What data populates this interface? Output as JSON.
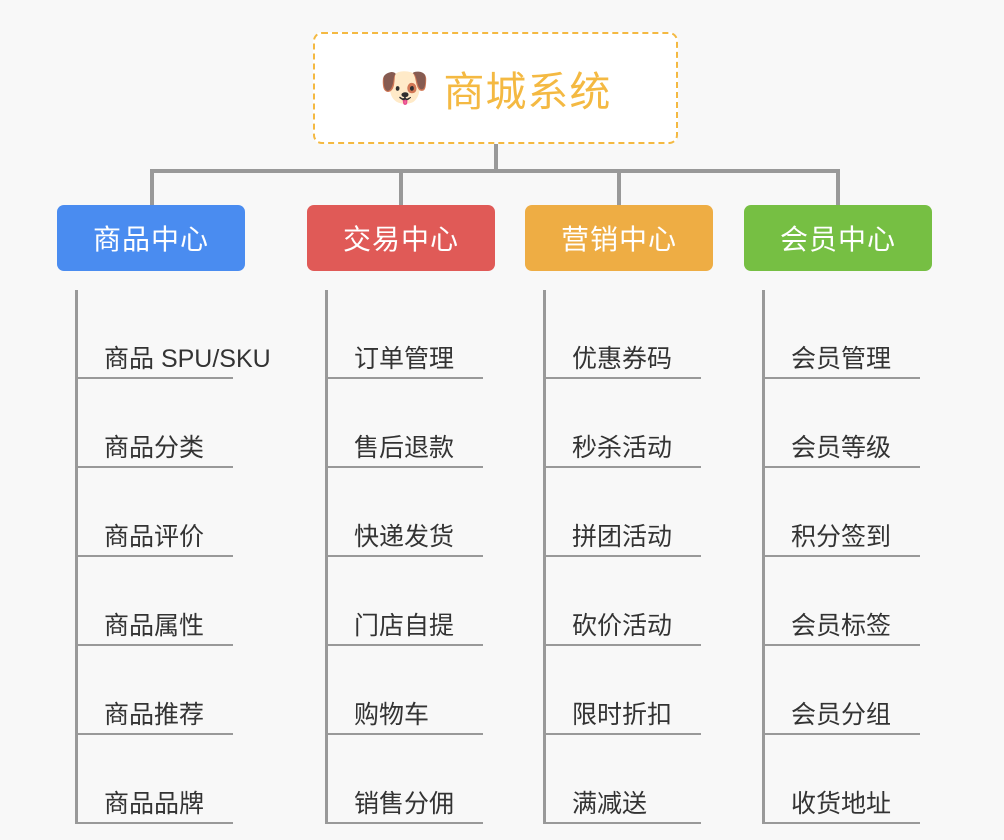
{
  "root": {
    "icon": "dog-face-emoji",
    "icon_glyph": "🐶",
    "title": "商城系统",
    "accent_color": "#f4b942"
  },
  "connector_color": "#999999",
  "background_color": "#f8f8f8",
  "columns": [
    {
      "header": "商品中心",
      "color": "#4a8cf0",
      "items": [
        "商品 SPU/SKU",
        "商品分类",
        "商品评价",
        "商品属性",
        "商品推荐",
        "商品品牌"
      ]
    },
    {
      "header": "交易中心",
      "color": "#e05a57",
      "items": [
        "订单管理",
        "售后退款",
        "快递发货",
        "门店自提",
        "购物车",
        "销售分佣"
      ]
    },
    {
      "header": "营销中心",
      "color": "#eead44",
      "items": [
        "优惠券码",
        "秒杀活动",
        "拼团活动",
        "砍价活动",
        "限时折扣",
        "满减送"
      ]
    },
    {
      "header": "会员中心",
      "color": "#76bf43",
      "items": [
        "会员管理",
        "会员等级",
        "积分签到",
        "会员标签",
        "会员分组",
        "收货地址"
      ]
    }
  ]
}
